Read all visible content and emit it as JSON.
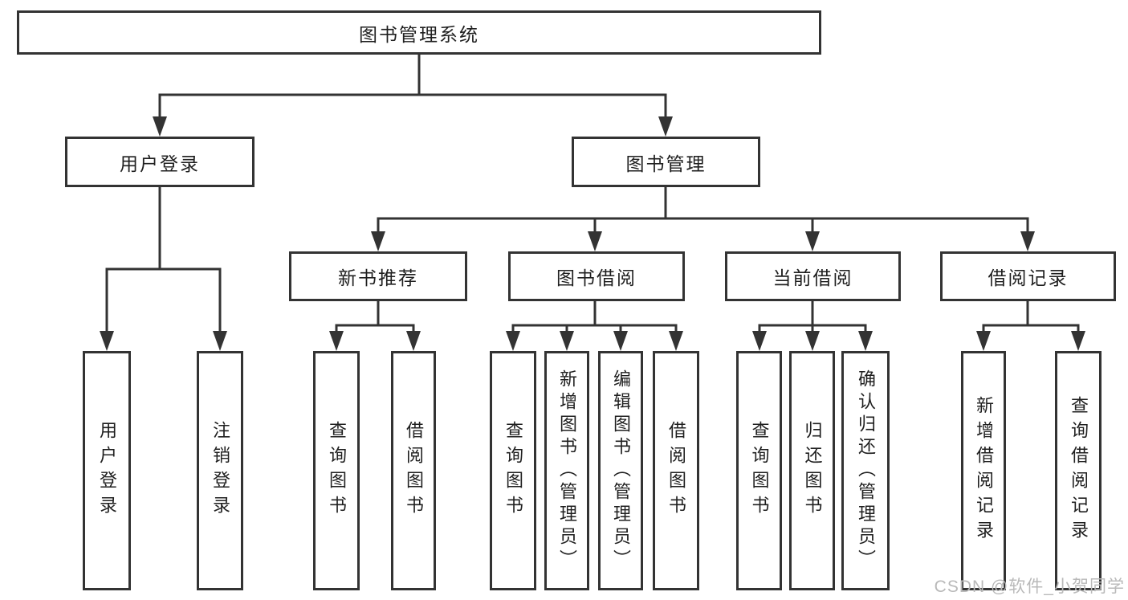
{
  "page": {
    "background_color": "#ffffff",
    "line_color": "#333333",
    "box_border_color": "#333333",
    "text_color": "#1f1f1f",
    "watermark": {
      "text": "CSDN @软件_小贺同学",
      "color": "#b9b9b9"
    }
  },
  "nodes": {
    "root": {
      "label": "图书管理系统"
    },
    "user_login": {
      "label": "用户登录"
    },
    "book_management": {
      "label": "图书管理"
    },
    "new_book_recommend": {
      "label": "新书推荐"
    },
    "book_borrow": {
      "label": "图书借阅"
    },
    "current_borrow": {
      "label": "当前借阅"
    },
    "borrow_records": {
      "label": "借阅记录"
    },
    "leaf_user_login": {
      "label": "用户登录"
    },
    "leaf_logout": {
      "label": "注销登录"
    },
    "leaf_nb_query": {
      "label": "查询图书"
    },
    "leaf_nb_borrow": {
      "label": "借阅图书"
    },
    "leaf_bb_query": {
      "label": "查询图书"
    },
    "leaf_bb_add": {
      "label": "新增图书（管理员）"
    },
    "leaf_bb_edit": {
      "label": "编辑图书（管理员）"
    },
    "leaf_bb_borrow": {
      "label": "借阅图书"
    },
    "leaf_cb_query": {
      "label": "查询图书"
    },
    "leaf_cb_return": {
      "label": "归还图书"
    },
    "leaf_cb_confirm": {
      "label": "确认归还（管理员）"
    },
    "leaf_br_add": {
      "label": "新增借阅记录"
    },
    "leaf_br_query": {
      "label": "查询借阅记录"
    }
  },
  "tree": {
    "图书管理系统": {
      "用户登录": [
        "用户登录",
        "注销登录"
      ],
      "图书管理": {
        "新书推荐": [
          "查询图书",
          "借阅图书"
        ],
        "图书借阅": [
          "查询图书",
          "新增图书（管理员）",
          "编辑图书（管理员）",
          "借阅图书"
        ],
        "当前借阅": [
          "查询图书",
          "归还图书",
          "确认归还（管理员）"
        ],
        "借阅记录": [
          "新增借阅记录",
          "查询借阅记录"
        ]
      }
    }
  }
}
